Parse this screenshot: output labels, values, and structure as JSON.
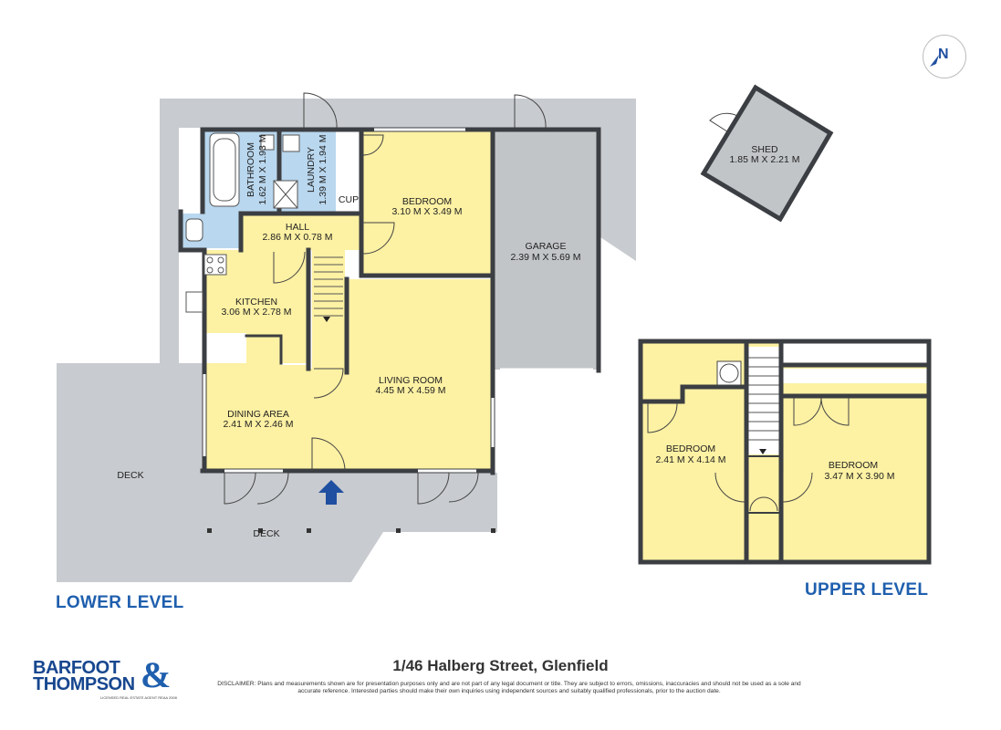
{
  "rooms": {
    "bathroom": {
      "name": "BATHROOM",
      "dims": "1.62 M X 1.93 M"
    },
    "laundry": {
      "name": "LAUNDRY",
      "dims": "1.39 M X 1.94 M"
    },
    "cup": {
      "name": "CUP"
    },
    "bedroom_lower": {
      "name": "BEDROOM",
      "dims": "3.10 M X 3.49 M"
    },
    "hall": {
      "name": "HALL",
      "dims": "2.86 M X 0.78 M"
    },
    "garage": {
      "name": "GARAGE",
      "dims": "2.39 M X 5.69 M"
    },
    "kitchen": {
      "name": "KITCHEN",
      "dims": "3.06 M X 2.78 M"
    },
    "living": {
      "name": "LIVING ROOM",
      "dims": "4.45 M X 4.59 M"
    },
    "dining": {
      "name": "DINING AREA",
      "dims": "2.41 M X 2.46 M"
    },
    "deck_left": {
      "name": "DECK"
    },
    "deck_front": {
      "name": "DECK"
    },
    "shed": {
      "name": "SHED",
      "dims": "1.85 M X 2.21 M"
    },
    "bedroom_upper_left": {
      "name": "BEDROOM",
      "dims": "2.41 M X 4.14 M"
    },
    "bedroom_upper_right": {
      "name": "BEDROOM",
      "dims": "3.47 M X 3.90 M"
    }
  },
  "levels": {
    "lower": "LOWER LEVEL",
    "upper": "UPPER LEVEL"
  },
  "address": "1/46 Halberg Street, Glenfield",
  "disclaimer": "DISCLAIMER: Plans and measurements shown are for presentation purposes only and are not part of any legal document or title. They are subject to errors, omissions, inaccuracies and should not be used as a sole and accurate reference. Interested parties should make their own inquiries using independent sources and suitably qualified professionals, prior to the auction date.",
  "logo": {
    "line1": "BARFOOT",
    "line2": "THOMPSON",
    "amp": "&",
    "sub": "LICENSED REAL ESTATE AGENT REAA 2008"
  },
  "compass": {
    "label": "N"
  },
  "colors": {
    "room_fill": "#fdf1a3",
    "wet_fill": "#b9d7ee",
    "outdoor_fill": "#c8cbcf",
    "garage_fill": "#c2c5c8",
    "wall": "#3b3e42",
    "accent": "#1f5fae",
    "entry_arrow": "#1f4fa0"
  }
}
